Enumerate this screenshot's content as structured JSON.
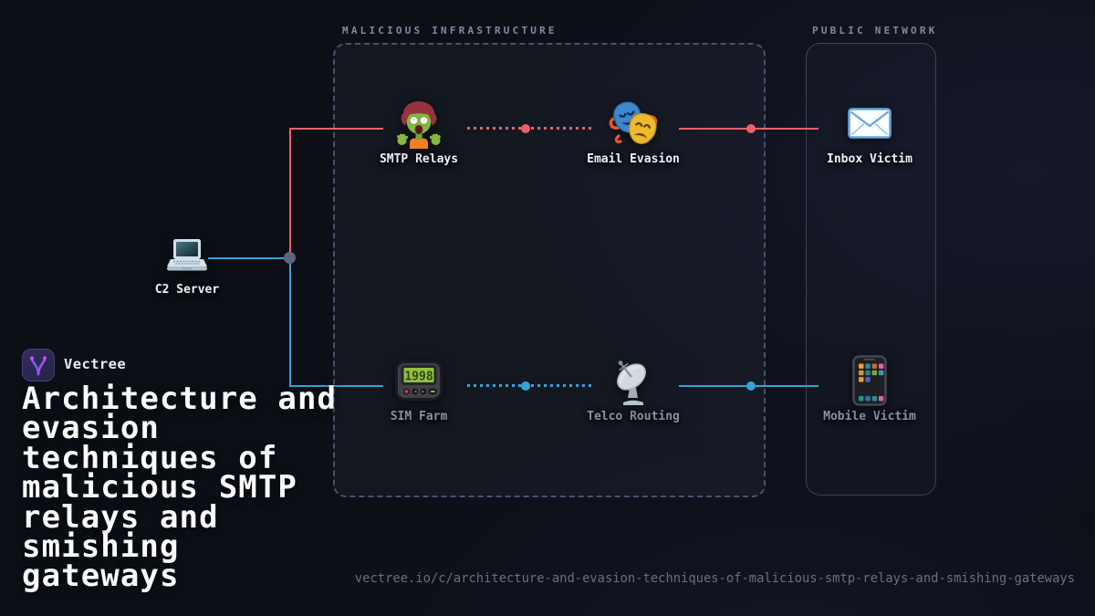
{
  "brand": {
    "name": "Vectree"
  },
  "headline": "Architecture and evasion techniques of malicious SMTP relays and smishing gateways",
  "footer": {
    "url": "vectree.io/c/architecture-and-evasion-techniques-of-malicious-smtp-relays-and-smishing-gateways"
  },
  "groups": {
    "malicious": {
      "label": "MALICIOUS INFRASTRUCTURE"
    },
    "public": {
      "label": "PUBLIC NETWORK"
    }
  },
  "nodes": {
    "c2": {
      "label": "C2 Server",
      "icon": "laptop"
    },
    "smtp_relays": {
      "label": "SMTP Relays",
      "icon": "zombie"
    },
    "email_evasion": {
      "label": "Email Evasion",
      "icon": "performing-arts-masks"
    },
    "inbox_victim": {
      "label": "Inbox Victim",
      "icon": "envelope"
    },
    "sim_farm": {
      "label": "SIM Farm",
      "icon": "pager",
      "screen_text": "1998"
    },
    "telco_routing": {
      "label": "Telco Routing",
      "icon": "satellite-dish"
    },
    "mobile_victim": {
      "label": "Mobile Victim",
      "icon": "mobile-phone"
    }
  },
  "edges": [
    {
      "from": "c2",
      "to": "smtp_relays",
      "style": "solid",
      "color_key": "email_path"
    },
    {
      "from": "smtp_relays",
      "to": "email_evasion",
      "style": "dotted",
      "color_key": "email_path"
    },
    {
      "from": "email_evasion",
      "to": "inbox_victim",
      "style": "solid",
      "color_key": "email_path"
    },
    {
      "from": "c2",
      "to": "sim_farm",
      "style": "solid",
      "color_key": "sms_path"
    },
    {
      "from": "sim_farm",
      "to": "telco_routing",
      "style": "dotted",
      "color_key": "sms_path"
    },
    {
      "from": "telco_routing",
      "to": "mobile_victim",
      "style": "solid",
      "color_key": "sms_path"
    }
  ],
  "colors": {
    "email_path": "#ee6069",
    "sms_path": "#35a3da",
    "junction_dot": "#5d6679",
    "group_border": "#46536e",
    "group_label": "#7e8ba2",
    "label_bright": "#eef1f6",
    "label_muted": "#8a93a4",
    "background": "#0c0f16"
  }
}
